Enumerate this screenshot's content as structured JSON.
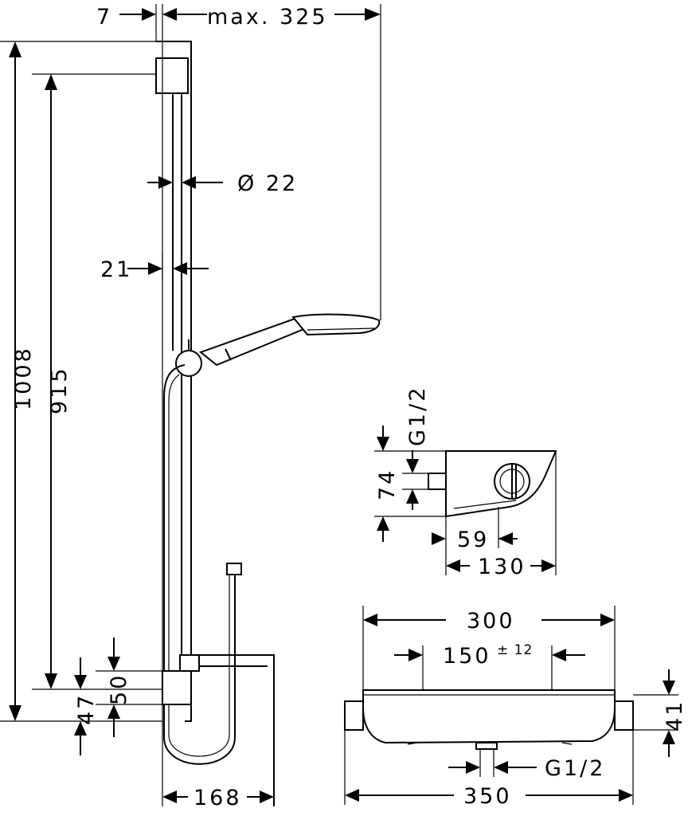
{
  "dimensions": {
    "offset_top": "7",
    "reach": "max. 325",
    "height_total": "1008",
    "height_slider": "915",
    "rail_diameter": "Ø 22",
    "rail_width": "21",
    "bottom_upper": "50",
    "bottom_lower": "47",
    "hose_spacing": "168",
    "thread_side": "G1/2",
    "side_height": "74",
    "side_outlet": "59",
    "side_depth": "130",
    "front_width": "300",
    "front_centers": "150",
    "front_tolerance": "± 12",
    "front_height": "41",
    "thread_front": "G1/2",
    "front_total": "350"
  }
}
